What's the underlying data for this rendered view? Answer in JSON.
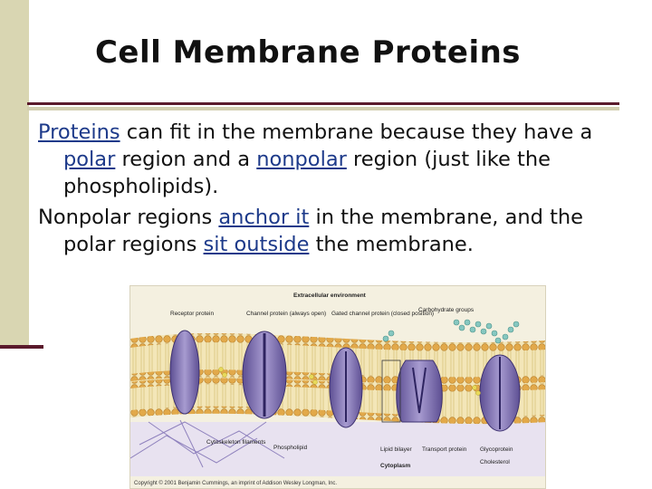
{
  "title": "Cell Membrane Proteins",
  "paragraphs": [
    {
      "segments": [
        {
          "text": "Proteins",
          "link": true
        },
        {
          "text": " can fit in the membrane because they have a ",
          "link": false
        },
        {
          "text": "polar",
          "link": true
        },
        {
          "text": " region and a ",
          "link": false
        },
        {
          "text": "nonpolar",
          "link": true
        },
        {
          "text": " region (just like the phospholipids).",
          "link": false
        }
      ]
    },
    {
      "segments": [
        {
          "text": "Nonpolar regions ",
          "link": false
        },
        {
          "text": "anchor it",
          "link": true
        },
        {
          "text": " in the membrane, and the polar regions ",
          "link": false
        },
        {
          "text": "sit outside",
          "link": true
        },
        {
          "text": " the membrane.",
          "link": false
        }
      ]
    }
  ],
  "figure": {
    "labels": {
      "extracellular": "Extracellular environment",
      "receptor": "Receptor protein",
      "channel": "Channel protein (always open)",
      "gated": "Gated channel protein (closed position)",
      "carbohydrate": "Carbohydrate groups",
      "cytoskeleton": "Cytoskeleton filaments",
      "phospholipid": "Phospholipid",
      "lipid_bilayer": "Lipid bilayer",
      "transport": "Transport protein",
      "glycoprotein": "Glycoprotein",
      "cholesterol": "Cholesterol",
      "cytoplasm": "Cytoplasm"
    },
    "copyright": "Copyright © 2001 Benjamin Cummings, an imprint of Addison Wesley Longman, Inc."
  },
  "colors": {
    "link": "#1d3a8a",
    "accent": "#5a1a2c",
    "sidebar": "#d9d6b2",
    "protein": "#8b7fb8"
  }
}
